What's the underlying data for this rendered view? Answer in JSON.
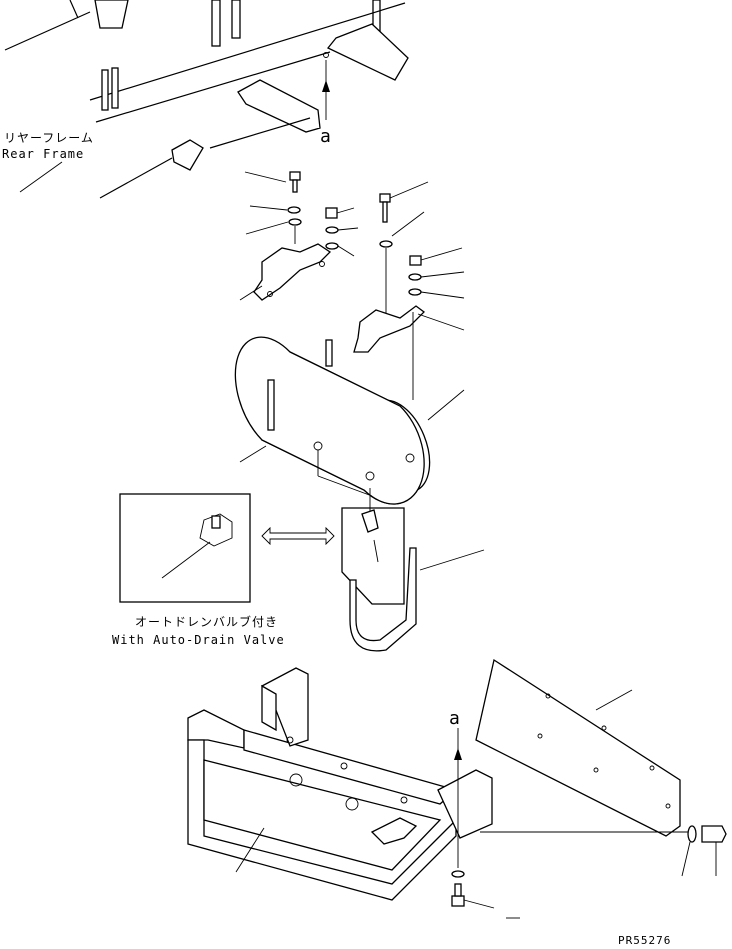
{
  "labels": {
    "rear_frame_jp": "リヤーフレーム",
    "rear_frame_en": "Rear Frame",
    "view_a_top": "a",
    "view_a_bottom": "a",
    "auto_drain_jp": "オートドレンバルブ付き",
    "auto_drain_en": "With Auto-Drain Valve",
    "part_code": "PR55276"
  },
  "icons": [
    "arrow-up-icon",
    "double-arrow-icon"
  ]
}
